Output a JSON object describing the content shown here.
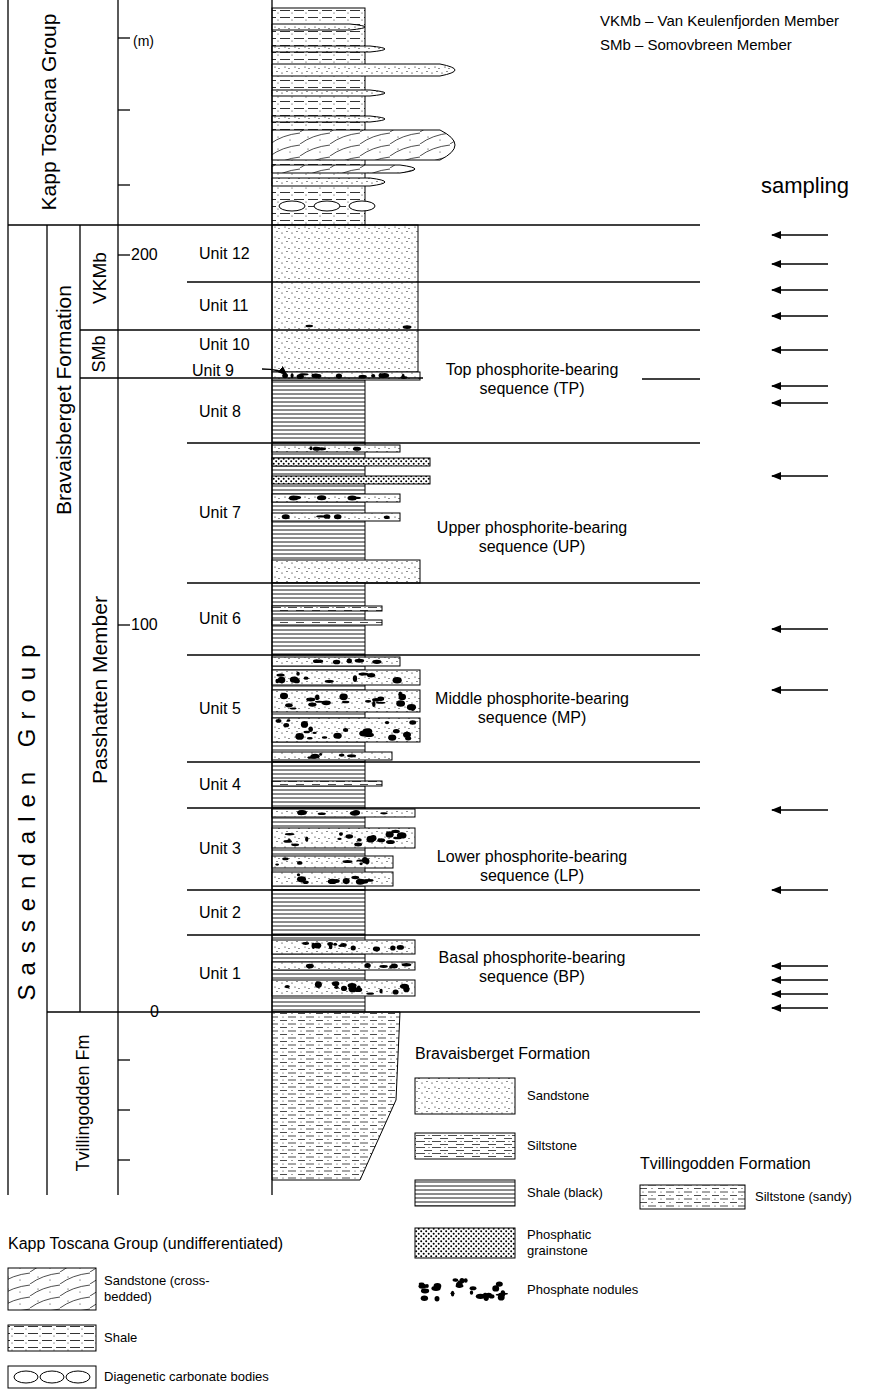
{
  "diagram": {
    "nodes": [
      {
        "text": [
          "Kapp Toscana Group"
        ]
      },
      {
        "text": [
          "Sassendalen Group"
        ]
      },
      {
        "text": [
          "Bravaisberget Formation"
        ],
        "in": 1
      },
      {
        "text": [
          "VKMb"
        ],
        "in": 2
      },
      {
        "text": [
          "SMb"
        ],
        "in": 2
      },
      {
        "text": [
          "Passhatten Member"
        ],
        "in": 2
      },
      {
        "text": [
          "Tvillingodden Fm"
        ],
        "in": 1
      },
      {
        "text": [
          "Unit 12"
        ]
      },
      {
        "text": [
          "Unit 11"
        ]
      },
      {
        "text": [
          "Unit 10"
        ]
      },
      {
        "text": [
          "Unit 9"
        ]
      },
      {
        "text": [
          "Unit 8"
        ]
      },
      {
        "text": [
          "Unit 7"
        ]
      },
      {
        "text": [
          "Unit 6"
        ]
      },
      {
        "text": [
          "Unit 5"
        ]
      },
      {
        "text": [
          "Unit 4"
        ]
      },
      {
        "text": [
          "Unit 3"
        ]
      },
      {
        "text": [
          "Unit 2"
        ]
      },
      {
        "text": [
          "Unit 1"
        ]
      }
    ],
    "labels": [
      "(m)",
      "200",
      "100",
      "0",
      "VKMb – Van Keulenfjorden Member",
      "SMb – Somovbreen Member",
      "sampling",
      "Top phosphorite-bearing sequence (TP)",
      "Upper phosphorite-bearing sequence (UP)",
      "Middle phosphorite-bearing sequence (MP)",
      "Lower phosphorite-bearing sequence (LP)",
      "Basal phosphorite-bearing sequence (BP)",
      "Kapp Toscana Group (undifferentiated)",
      "Bravaisberget Formation",
      "Tvillingodden Formation"
    ],
    "legend": [
      {
        "text": "Sandstone (cross-bedded)"
      },
      {
        "text": "Shale"
      },
      {
        "text": "Diagenetic carbonate bodies"
      },
      {
        "text": "Sandstone"
      },
      {
        "text": "Siltstone"
      },
      {
        "text": "Shale (black)"
      },
      {
        "text": "Phosphatic grainstone"
      },
      {
        "text": "Phosphate nodules"
      },
      {
        "text": "Siltstone (sandy)"
      }
    ]
  }
}
